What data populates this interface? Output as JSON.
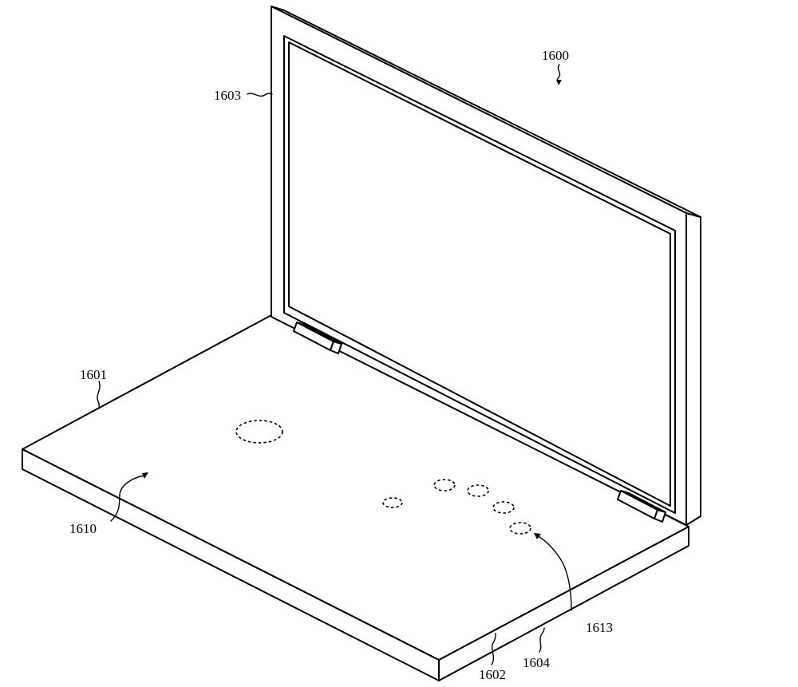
{
  "figure": {
    "labels": {
      "device": "1600",
      "base": "1601",
      "base_edge": "1602",
      "display": "1603",
      "side_edge": "1604",
      "top_surface": "1610",
      "sensor_group": "1613"
    }
  }
}
